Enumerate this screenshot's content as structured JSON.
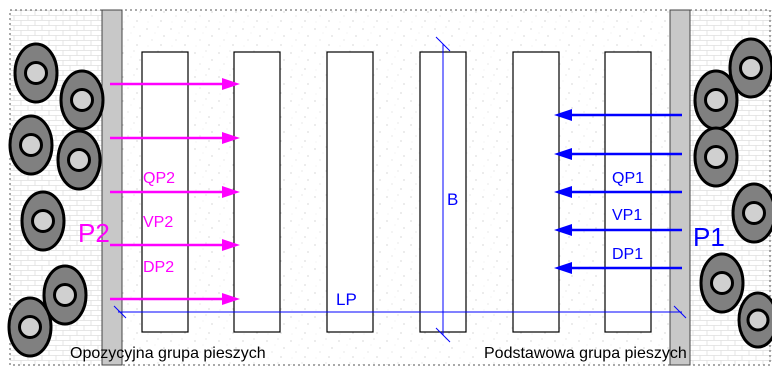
{
  "groups": {
    "left": {
      "name": "P2",
      "caption": "Opozycyjna grupa pieszych",
      "color": "#ff00ff",
      "labels": [
        "QP2",
        "VP2",
        "DP2"
      ]
    },
    "right": {
      "name": "P1",
      "caption": "Podstawowa grupa pieszych",
      "color": "#0000ff",
      "labels": [
        "QP1",
        "VP1",
        "DP1"
      ]
    }
  },
  "dimensions": {
    "width_label": "B",
    "length_label": "LP",
    "color": "#0000ff"
  },
  "colors": {
    "wall": "#c8c8c8",
    "pedestrian_body": "#808080",
    "pedestrian_head": "#d0d0d0",
    "stripe_outline": "#000000"
  }
}
